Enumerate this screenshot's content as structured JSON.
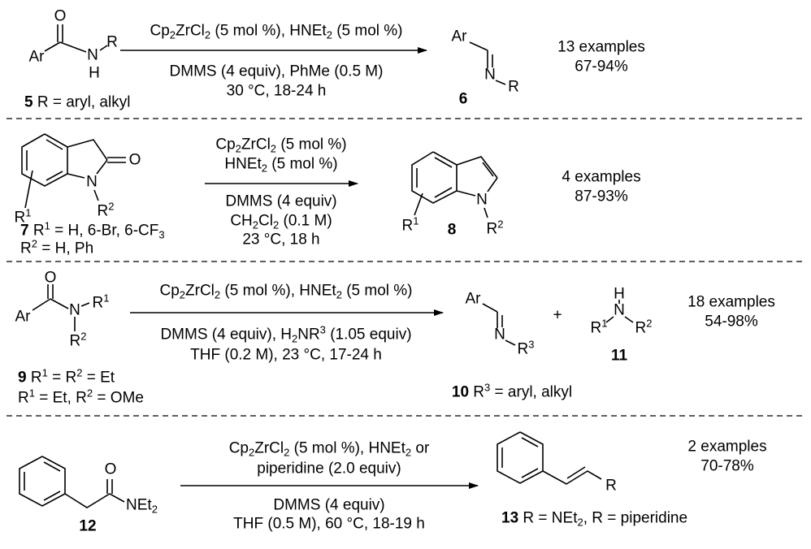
{
  "scheme1": {
    "sm": {
      "O": "O",
      "Ar": "Ar",
      "N": "N",
      "H": "H",
      "R": "R",
      "label_num": "5",
      "label_text": "R = aryl, alkyl"
    },
    "above": "Cp_{2}ZrCl_{2} (5 mol %), HNEt_{2} (5 mol %)",
    "below": [
      "DMMS (4 equiv), PhMe (0.5 M)",
      "30 °C, 18-24 h"
    ],
    "product": {
      "Ar": "Ar",
      "N": "N",
      "R": "R",
      "label_num": "6"
    },
    "examples": "13 examples",
    "yield": "67-94%"
  },
  "scheme2": {
    "sm": {
      "O": "O",
      "N": "N",
      "R1": "R^{1}",
      "R2": "R^{2}",
      "label_num": "7",
      "label_text": "R^{1} = H, 6-Br, 6-CF_{3}",
      "label_text2": "R^{2} = H, Ph"
    },
    "above": [
      "Cp_{2}ZrCl_{2} (5 mol %)",
      "HNEt_{2} (5 mol %)"
    ],
    "below": [
      "DMMS (4 equiv)",
      "CH_{2}Cl_{2} (0.1 M)",
      "23 °C, 18 h"
    ],
    "product": {
      "N": "N",
      "R1": "R^{1}",
      "R2": "R^{2}",
      "label_num": "8"
    },
    "examples": "4 examples",
    "yield": "87-93%"
  },
  "scheme3": {
    "sm": {
      "O": "O",
      "Ar": "Ar",
      "N": "N",
      "R1": "R^{1}",
      "R2": "R^{2}",
      "label_num": "9",
      "label_text": "R^{1} = R^{2} = Et",
      "label_text2": "R^{1} = Et, R^{2} = OMe"
    },
    "above": "Cp_{2}ZrCl_{2} (5 mol %), HNEt_{2} (5 mol %)",
    "below": [
      "DMMS (4 equiv), H_{2}NR^{3} (1.05 equiv)",
      "THF (0.2 M), 23 °C, 17-24 h"
    ],
    "product": {
      "Ar": "Ar",
      "N": "N",
      "R3": "R^{3}",
      "label_num": "10",
      "label_text": "R^{3} = aryl, alkyl"
    },
    "plus": "+",
    "byproduct": {
      "H": "H",
      "N": "N",
      "R1": "R^{1}",
      "R2": "R^{2}",
      "label_num": "11"
    },
    "examples": "18 examples",
    "yield": "54-98%"
  },
  "scheme4": {
    "sm": {
      "O": "O",
      "NEt2": "NEt_{2}",
      "label_num": "12"
    },
    "above": [
      "Cp_{2}ZrCl_{2} (5 mol %), HNEt_{2} or",
      "piperidine (2.0 equiv)"
    ],
    "below": [
      "DMMS (4 equiv)",
      "THF (0.5 M), 60 °C, 18-19 h"
    ],
    "product": {
      "R": "R",
      "label_num": "13",
      "label_text": "R = NEt_{2}, R = piperidine"
    },
    "examples": "2 examples",
    "yield": "70-78%"
  }
}
